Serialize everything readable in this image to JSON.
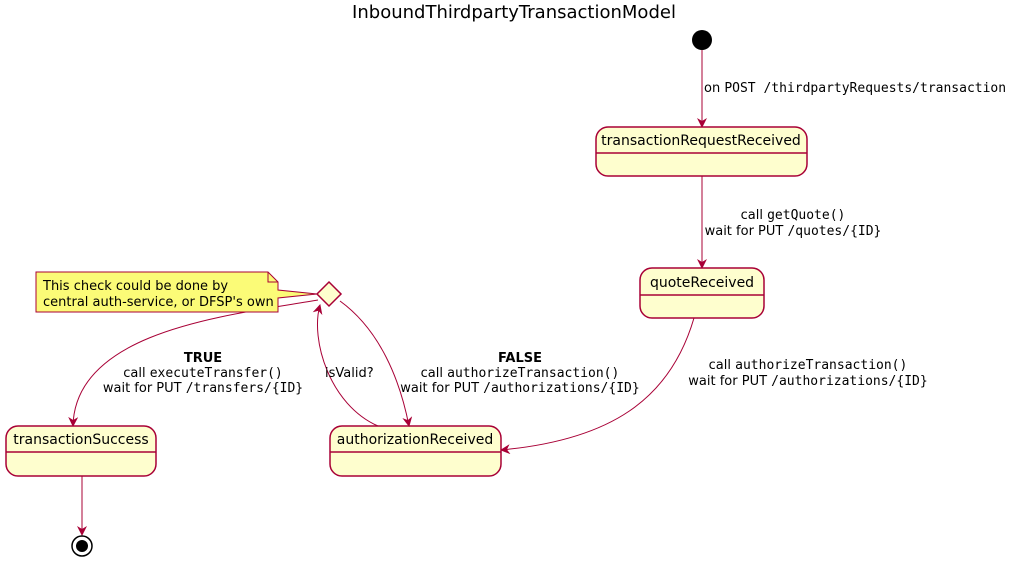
{
  "title": "InboundThirdpartyTransactionModel",
  "states": {
    "transactionRequestReceived": "transactionRequestReceived",
    "quoteReceived": "quoteReceived",
    "authorizationReceived": "authorizationReceived",
    "transactionSuccess": "transactionSuccess"
  },
  "transitions": {
    "start": {
      "prefix": "on ",
      "code": "POST /thirdpartyRequests/transaction"
    },
    "getQuote": {
      "line1_prefix": "call ",
      "line1_code": "getQuote()",
      "line2_prefix": "wait for PUT ",
      "line2_code": "/quotes/{ID}"
    },
    "authorize": {
      "line1_prefix": "call ",
      "line1_code": "authorizeTransaction()",
      "line2_prefix": "wait for PUT ",
      "line2_code": "/authorizations/{ID}"
    },
    "isValid": "isValid?",
    "false_branch": {
      "heading": "FALSE",
      "line1_prefix": "call ",
      "line1_code": "authorizeTransaction()",
      "line2_prefix": "wait for PUT ",
      "line2_code": "/authorizations/{ID}"
    },
    "true_branch": {
      "heading": "TRUE",
      "line1_prefix": "call ",
      "line1_code": "executeTransfer()",
      "line2_prefix": "wait for PUT ",
      "line2_code": "/transfers/{ID}"
    }
  },
  "note": {
    "line1": "This check could be done by",
    "line2": "central auth-service, or DFSP's own"
  },
  "colors": {
    "state_fill": "#FEFECE",
    "state_border": "#A80036",
    "arrow": "#A80036",
    "note_fill": "#FBFB77"
  }
}
